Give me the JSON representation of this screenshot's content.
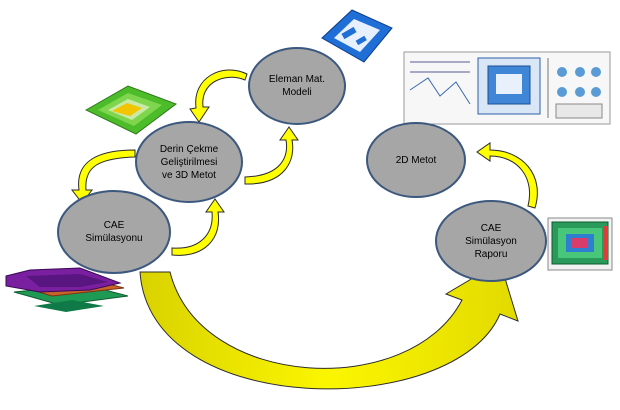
{
  "nodes": {
    "eleman_mat": {
      "label": "Eleman Mat.\nModeli"
    },
    "derin_cekme": {
      "label": "Derin Çekme\nGeliştirilmesi\nve 3D Metot"
    },
    "cae_sim": {
      "label": "CAE\nSimülasyonu"
    },
    "metot_2d": {
      "label": "2D Metot"
    },
    "cae_rapor": {
      "label": "CAE\nSimülasyon\nRaporu"
    }
  },
  "colors": {
    "node_fill": "#a6a6a6",
    "node_stroke": "#3c587e",
    "arrow_fill": "#ffff00",
    "arrow_stroke": "#2b2b2b",
    "big_arrow_fill": "#f5f000"
  },
  "images": [
    {
      "name": "blue-part-thumbnail"
    },
    {
      "name": "green-die-thumbnail"
    },
    {
      "name": "layout-drawing-thumbnail"
    },
    {
      "name": "purple-simulation-thumbnail"
    },
    {
      "name": "simulation-report-thumbnail"
    }
  ]
}
